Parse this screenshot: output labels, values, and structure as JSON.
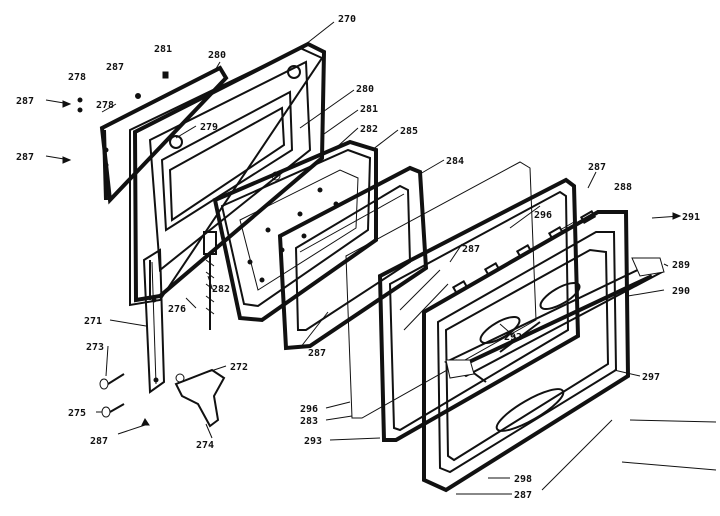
{
  "diagram": {
    "labels": {
      "p270": "270",
      "p287_a": "287",
      "p281_top": "281",
      "p280_top": "280",
      "p278_a": "278",
      "p287_b": "287",
      "p278_b": "278",
      "p287_c": "287",
      "p279": "279",
      "p280": "280",
      "p281": "281",
      "p282": "282",
      "p285": "285",
      "p284": "284",
      "p287_d": "287",
      "p288": "288",
      "p291": "291",
      "p289": "289",
      "p290": "290",
      "p292": "292",
      "p296_mid": "296",
      "p287_e": "287",
      "p282_b": "282",
      "p276": "276",
      "p271": "271",
      "p287_f": "287",
      "p273": "273",
      "p272": "272",
      "p275": "275",
      "p274": "274",
      "p287_g": "287",
      "p296_bot": "296",
      "p283": "283",
      "p293": "293",
      "p297": "297",
      "p298": "298",
      "p287_h": "287"
    }
  }
}
